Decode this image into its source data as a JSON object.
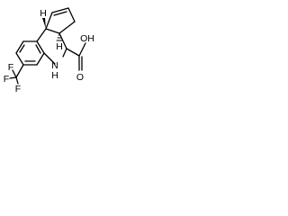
{
  "molecule": {
    "atoms": {
      "nitrogen": "N",
      "nitrogen_hydrogen": "H",
      "hydroxyl_oxygen": "OH",
      "carbonyl_oxygen": "O",
      "fluorine_top": "F",
      "fluorine_left": "F",
      "fluorine_bottom": "F"
    },
    "stereo_hydrogens": {
      "top": "H",
      "bottom": "H"
    }
  }
}
